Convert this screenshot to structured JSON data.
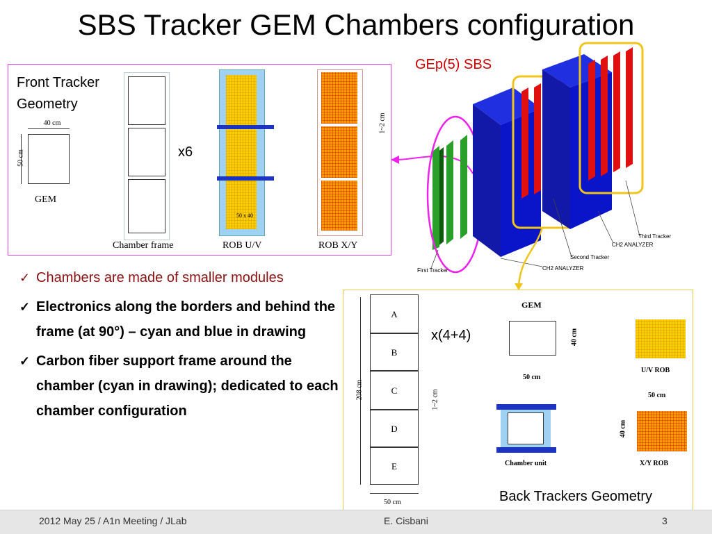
{
  "title": "SBS Tracker GEM Chambers configuration",
  "front": {
    "label_line1": "Front Tracker",
    "label_line2": "Geometry",
    "multiplier": "x6",
    "gem_width": "40 cm",
    "gem_height": "50 cm",
    "gem_label": "GEM",
    "chamber_frame": "Chamber frame",
    "rob_uv": "ROB U/V",
    "rob_uv_inner": "50 x 40",
    "rob_xy": "ROB X/Y",
    "gap": "1~2 cm"
  },
  "sbs": {
    "label": "GEp(5) SBS",
    "third_tracker": "Third Tracker",
    "ch2_analyzer_1": "CH2 ANALYZER",
    "second_tracker": "Second Tracker",
    "ch2_analyzer_2": "CH2 ANALYZER",
    "first_tracker": "First Tracker"
  },
  "back": {
    "multiplier": "x(4+4)",
    "modules": [
      "A",
      "B",
      "C",
      "D",
      "E"
    ],
    "height": "208 cm",
    "width": "50 cm",
    "gap": "1~2 cm",
    "gem_label": "GEM",
    "gem_height": "40 cm",
    "gem_width": "50 cm",
    "uv_rob": "U/V ROB",
    "chamber_unit": "Chamber unit",
    "xy_width": "50 cm",
    "xy_height": "40 cm",
    "xy_rob": "X/Y ROB",
    "caption": "Back Trackers Geometry"
  },
  "bullets": [
    "Chambers are made of smaller modules",
    "Electronics along the borders and behind the frame (at 90°) – cyan and blue in drawing",
    "Carbon fiber support frame around the chamber (cyan in drawing); dedicated to each chamber configuration"
  ],
  "footer": {
    "left": "2012 May 25 / A1n Meeting / JLab",
    "center": "E. Cisbani",
    "page": "3"
  },
  "colors": {
    "magenta": "#ee22ee",
    "gold": "#f0c419",
    "blue": "#0a14c8",
    "red": "#e01010",
    "green": "#1a8a1a",
    "cyan": "#9fd2f2",
    "bullet_red": "#8b1010"
  }
}
